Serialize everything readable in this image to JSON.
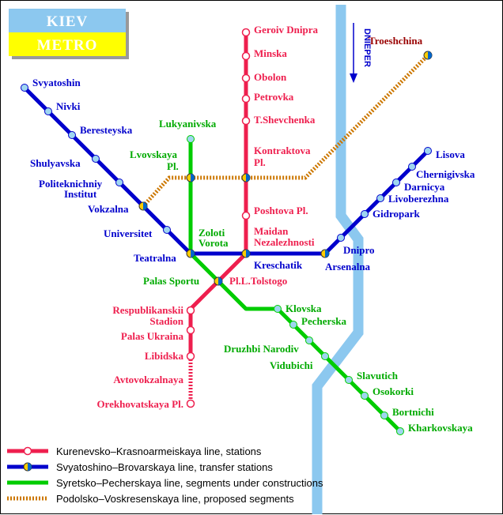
{
  "title": {
    "line1": "KIEV",
    "line2": "METRO"
  },
  "river": {
    "name": "DNIEPER"
  },
  "colors": {
    "red": "#ee1f4e",
    "blue": "#0000cc",
    "green": "#00cc00",
    "orange": "#cc7700",
    "river": "#8cc8ef",
    "title_top": "#8cc8ef",
    "title_bottom": "#ffff00",
    "label_red": "#ee1f4e",
    "label_blue": "#0000cc",
    "label_green": "#00aa00",
    "label_orange": "#990000"
  },
  "stations": {
    "geroiv_dnipra": "Geroiv Dnipra",
    "minska": "Minska",
    "obolon": "Obolon",
    "petrovka": "Petrovka",
    "t_shevchenka": "T.Shevchenka",
    "kontraktova_1": "Kontraktova",
    "kontraktova_2": "Pl.",
    "poshtova": "Poshtova Pl.",
    "maidan_1": "Maidan",
    "maidan_2": "Nezalezhnosti",
    "pl_l_tolstogo": "Pl.L.Tolstogo",
    "respublikanskii_1": "Respublikanskii",
    "respublikanskii_2": "Stadion",
    "palas_ukraina": "Palas Ukraina",
    "libidska": "Libidska",
    "avtovokzalnaya": "Avtovokzalnaya",
    "orekhovatskaya": "Orekhovatskaya Pl.",
    "svyatoshin": "Svyatoshin",
    "nivki": "Nivki",
    "beresteyska": "Beresteyska",
    "shulyavska": "Shulyavska",
    "politeknichniy_1": "Politeknichniy",
    "politeknichniy_2": "Institut",
    "vokzalna": "Vokzalna",
    "universitet": "Universitet",
    "teatralna": "Teatralna",
    "kreschatik": "Kreschatik",
    "arsenalna": "Arsenalna",
    "dnipro": "Dnipro",
    "gidropark": "Gidropark",
    "livoberezhna": "Livoberezhna",
    "darnicya": "Darnicya",
    "chernigivska": "Chernigivska",
    "lisova": "Lisova",
    "lukyanivska": "Lukyanivska",
    "lvovskaya_1": "Lvovskaya",
    "lvovskaya_2": "Pl.",
    "zoloti_1": "Zoloti",
    "zoloti_2": "Vorota",
    "palas_sportu": "Palas Sportu",
    "klovska": "Klovska",
    "pecherska": "Pecherska",
    "druzhbi_narodiv": "Druzhbi Narodiv",
    "vidubichi": "Vidubichi",
    "slavutich": "Slavutich",
    "osokorki": "Osokorki",
    "bortnichi": "Bortnichi",
    "kharkovskaya": "Kharkovskaya",
    "troeshchina": "Troeshchina"
  },
  "legend": [
    {
      "key": "red",
      "text": "Kurenevsko–Krasnoarmeiskaya line, stations"
    },
    {
      "key": "blue",
      "text": "Svyatoshino–Brovarskaya line, transfer stations"
    },
    {
      "key": "green",
      "text": "Syretsko–Pecherskaya line, segments under constructions"
    },
    {
      "key": "orange",
      "text": "Podolsko–Voskresenskaya line, proposed segments"
    }
  ]
}
